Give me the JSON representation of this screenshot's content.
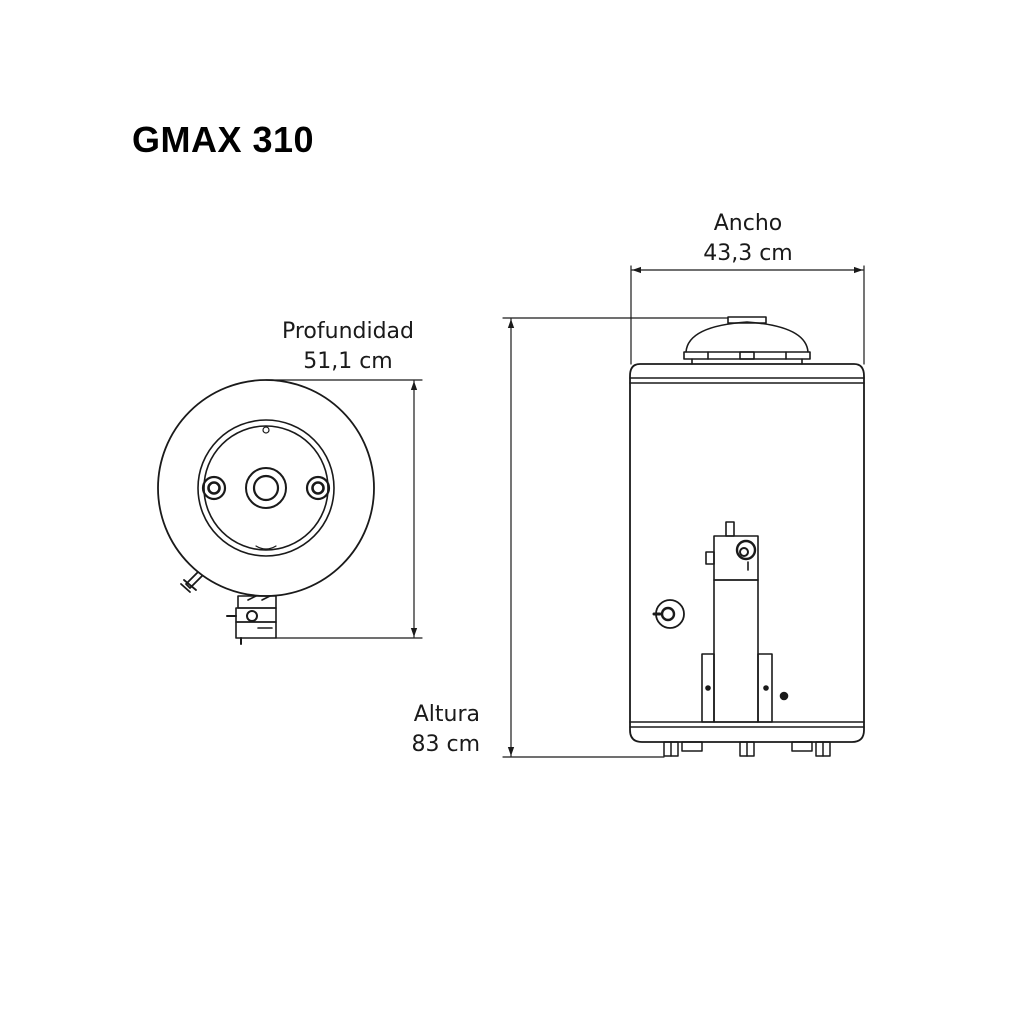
{
  "title": "GMAX 310",
  "colors": {
    "line": "#1a1a1a",
    "fill": "#ffffff"
  },
  "dimensions": {
    "depth": {
      "label": "Profundidad",
      "value": "51,1 cm"
    },
    "width": {
      "label": "Ancho",
      "value": "43,3 cm"
    },
    "height": {
      "label": "Altura",
      "value": "83 cm"
    }
  }
}
